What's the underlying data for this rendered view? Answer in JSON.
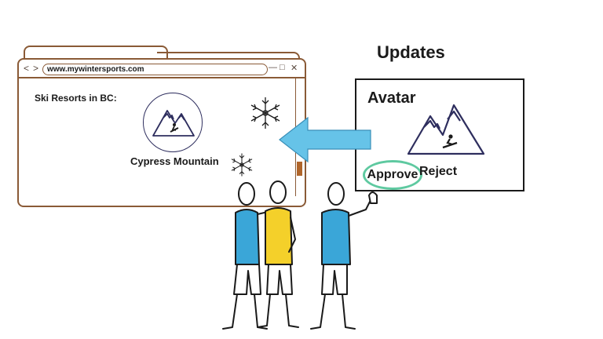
{
  "heading": "Updates",
  "browser": {
    "url": "www.mywintersports.com",
    "nav": {
      "back": "<",
      "forward": ">"
    },
    "window_controls": {
      "minimize": "—",
      "maximize": "□",
      "close": "✕"
    },
    "page": {
      "heading": "Ski Resorts in BC:",
      "featured_resort": "Cypress Mountain"
    }
  },
  "update_panel": {
    "label": "Avatar",
    "approve_label": "Approve",
    "reject_label": "Reject"
  },
  "icons": {
    "mountain": "mountain-skier-icon",
    "snowflake": "snowflake-icon",
    "arrow": "left-arrow-icon"
  },
  "colors": {
    "browser_frame": "#8a5a36",
    "scroll_thumb": "#b0652a",
    "arrow": "#66c3e8",
    "approve_highlight": "#5ec9a0",
    "mountain_stroke": "#2e2e5e",
    "person_blue": "#3aa6d8",
    "person_yellow": "#f4d02a"
  }
}
